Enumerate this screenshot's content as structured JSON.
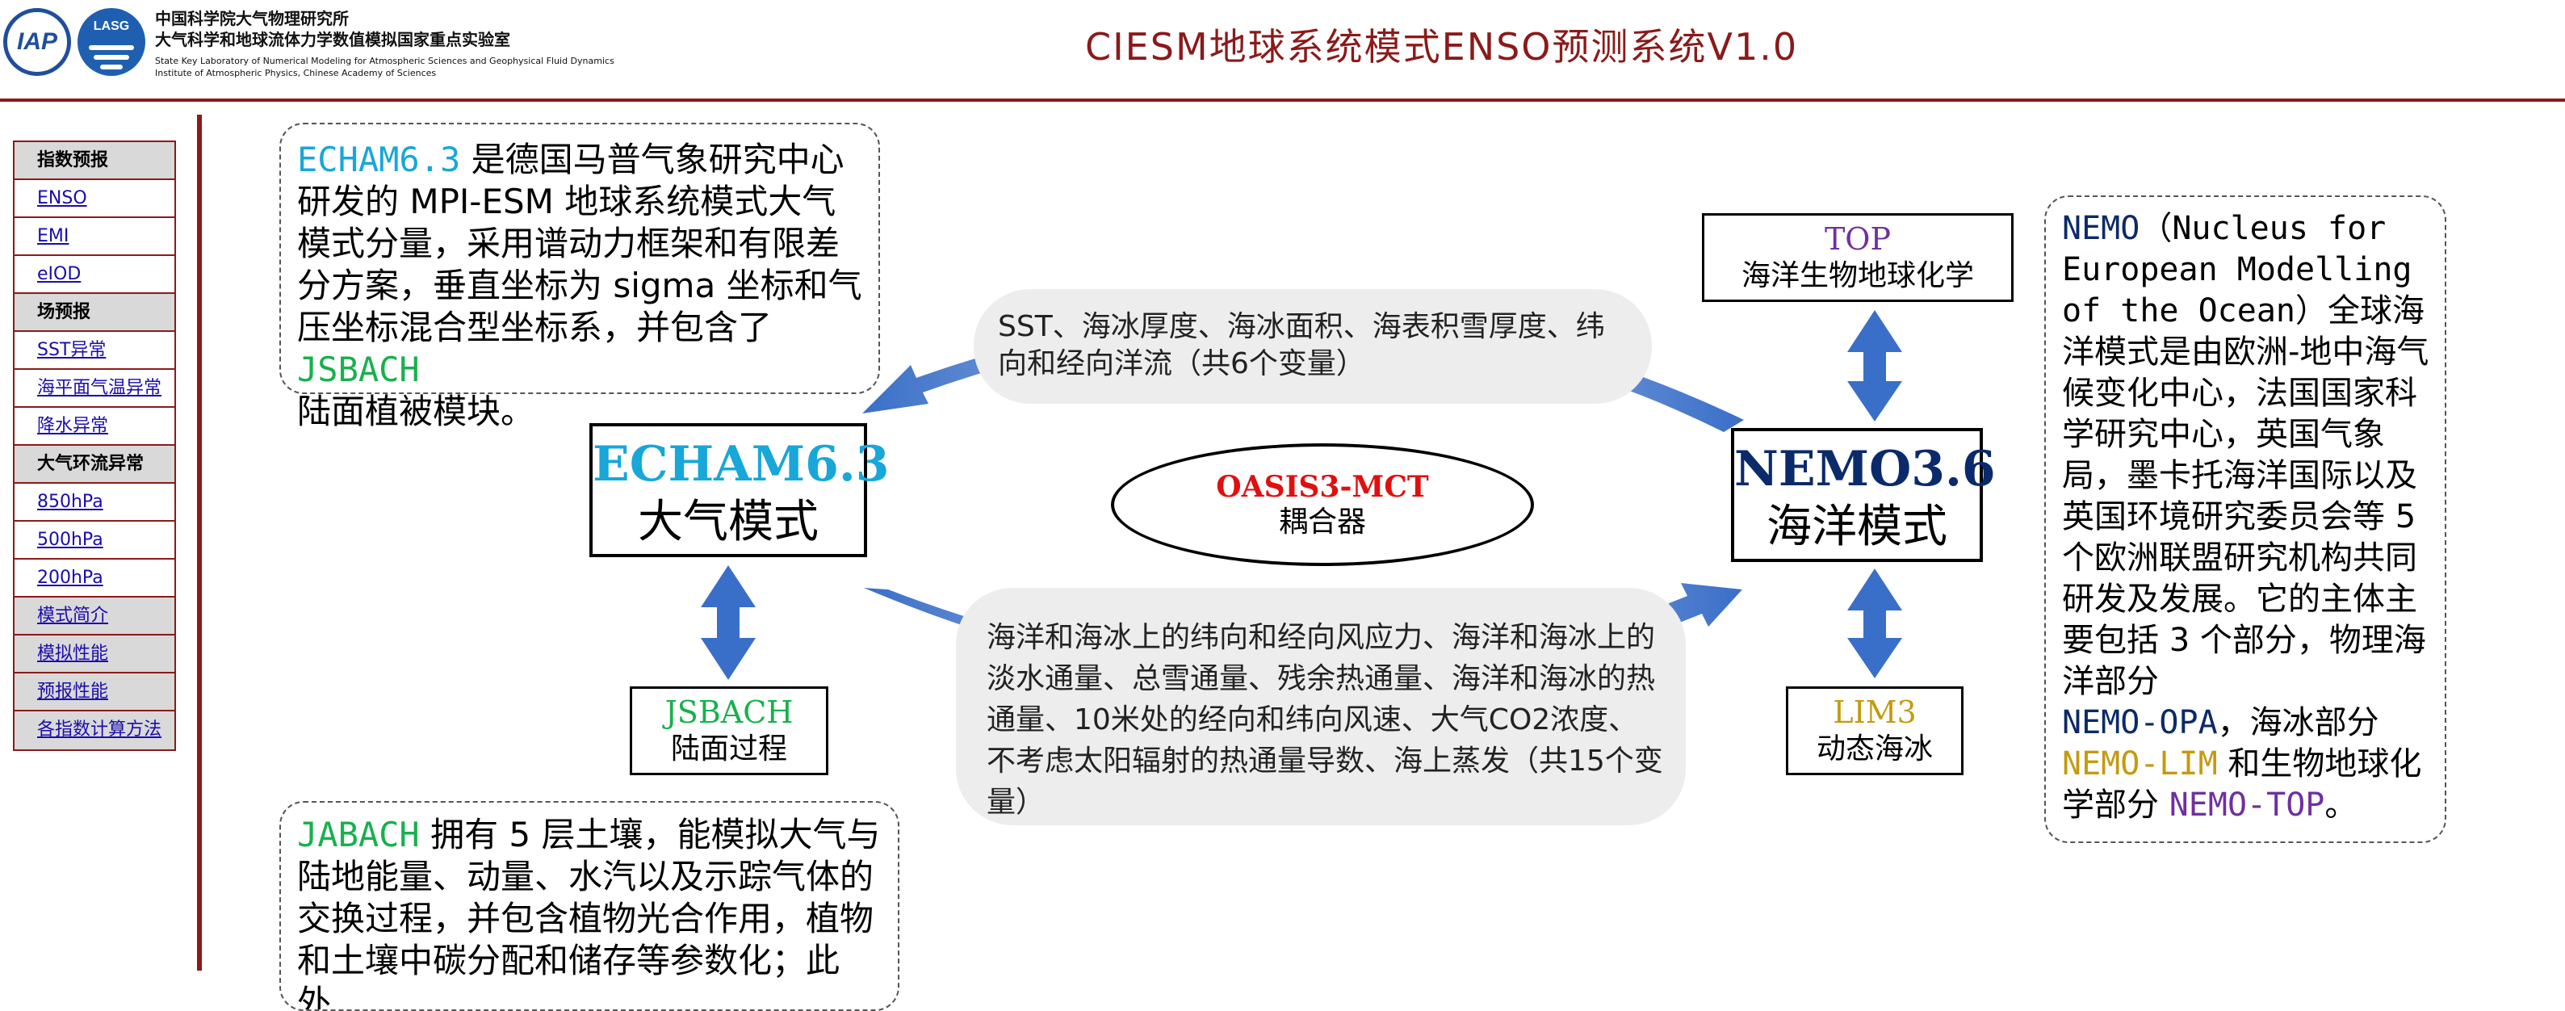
{
  "header": {
    "org_cn_1": "中国科学院大气物理研究所",
    "org_cn_2": "大气科学和地球流体力学数值模拟国家重点实验室",
    "org_en_1": "State Key Laboratory of Numerical Modeling for Atmospheric Sciences and Geophysical Fluid Dynamics",
    "org_en_2": "Institute of Atmospheric Physics, Chinese Academy of Sciences",
    "logo_iap_text": "IAP",
    "logo_lasg_text": "LASG",
    "site_title": "CIESM地球系统模式ENSO预测系统V1.0"
  },
  "sidebar": {
    "items": [
      {
        "label": "指数预报",
        "type": "section"
      },
      {
        "label": "ENSO",
        "type": "link"
      },
      {
        "label": "EMI",
        "type": "link"
      },
      {
        "label": "eIOD",
        "type": "link"
      },
      {
        "label": "场预报",
        "type": "section"
      },
      {
        "label": "SST异常",
        "type": "link"
      },
      {
        "label": "海平面气温异常",
        "type": "link"
      },
      {
        "label": "降水异常",
        "type": "link"
      },
      {
        "label": "大气环流异常",
        "type": "section"
      },
      {
        "label": "850hPa",
        "type": "link"
      },
      {
        "label": "500hPa",
        "type": "link"
      },
      {
        "label": "200hPa",
        "type": "link"
      },
      {
        "label": "模式简介",
        "type": "link-shaded"
      },
      {
        "label": "模拟性能",
        "type": "link-shaded"
      },
      {
        "label": "预报性能",
        "type": "link-shaded"
      },
      {
        "label": "各指数计算方法",
        "type": "link-shaded"
      }
    ]
  },
  "diagram": {
    "echam_desc": {
      "name": "ECHAM6.3",
      "text_1": " 是德国马普气象研究中心研发的 MPI-ESM 地球系统模式大气模式分量，采用谱动力框架和有限差分方案，垂直坐标为 sigma 坐标和气压坐标混合型坐标系，并包含了 ",
      "jsbach": "JSBACH",
      "text_2": "陆面植被模块。"
    },
    "jsbach_desc": {
      "name": "JABACH",
      "text": " 拥有 5 层土壤，能模拟大气与陆地能量、动量、水汽以及示踪气体的交换过程，并包含植物光合作用，植物和土壤中碳分配和储存等参数化；此外,"
    },
    "nemo_desc": {
      "name": "NEMO",
      "full_name": "（Nucleus for European Modelling of the Ocean）",
      "text_1": "全球海洋模式是由欧洲-地中海气候变化中心，法国国家科学研究中心，英国气象局，墨卡托海洋国际以及英国环境研究委员会等 5 个欧洲联盟研究机构共同研发及发展。它的主体主要包括 3 个部分，物理海洋部分",
      "opa": "NEMO-OPA",
      "text_2": "，海冰部分",
      "lim": "NEMO-LIM",
      "text_3": " 和生物地球化学部分 ",
      "top": "NEMO-TOP",
      "text_4": "。"
    },
    "atm_model": {
      "name": "ECHAM6.3",
      "label": "大气模式"
    },
    "ocean_model": {
      "name": "NEMO3.6",
      "label": "海洋模式"
    },
    "coupler": {
      "name": "OASIS3-MCT",
      "label": "耦合器"
    },
    "jsbach_box": {
      "name": "JSBACH",
      "label": "陆面过程"
    },
    "top_box": {
      "name": "TOP",
      "label": "海洋生物地球化学"
    },
    "lim_box": {
      "name": "LIM3",
      "label": "动态海冰"
    },
    "ocean_to_atm_vars": "SST、海冰厚度、海冰面积、海表积雪厚度、纬向和经向洋流（共6个变量）",
    "atm_to_ocean_vars": "海洋和海冰上的纬向和经向风应力、海洋和海冰上的淡水通量、总雪通量、残余热通量、海洋和海冰的热通量、10米处的经向和纬向风速、大气CO2浓度、不考虑太阳辐射的热通量导数、海上蒸发（共15个变量）"
  },
  "colors": {
    "brand": "#8b1a1a",
    "echam": "#17a7d8",
    "jsbach": "#17b14c",
    "nemo": "#0b2a6b",
    "lim": "#c59a10",
    "top": "#7030a0",
    "oasis": "#e01010",
    "arrow": "#3a6fc9",
    "link": "#1a0dab"
  }
}
